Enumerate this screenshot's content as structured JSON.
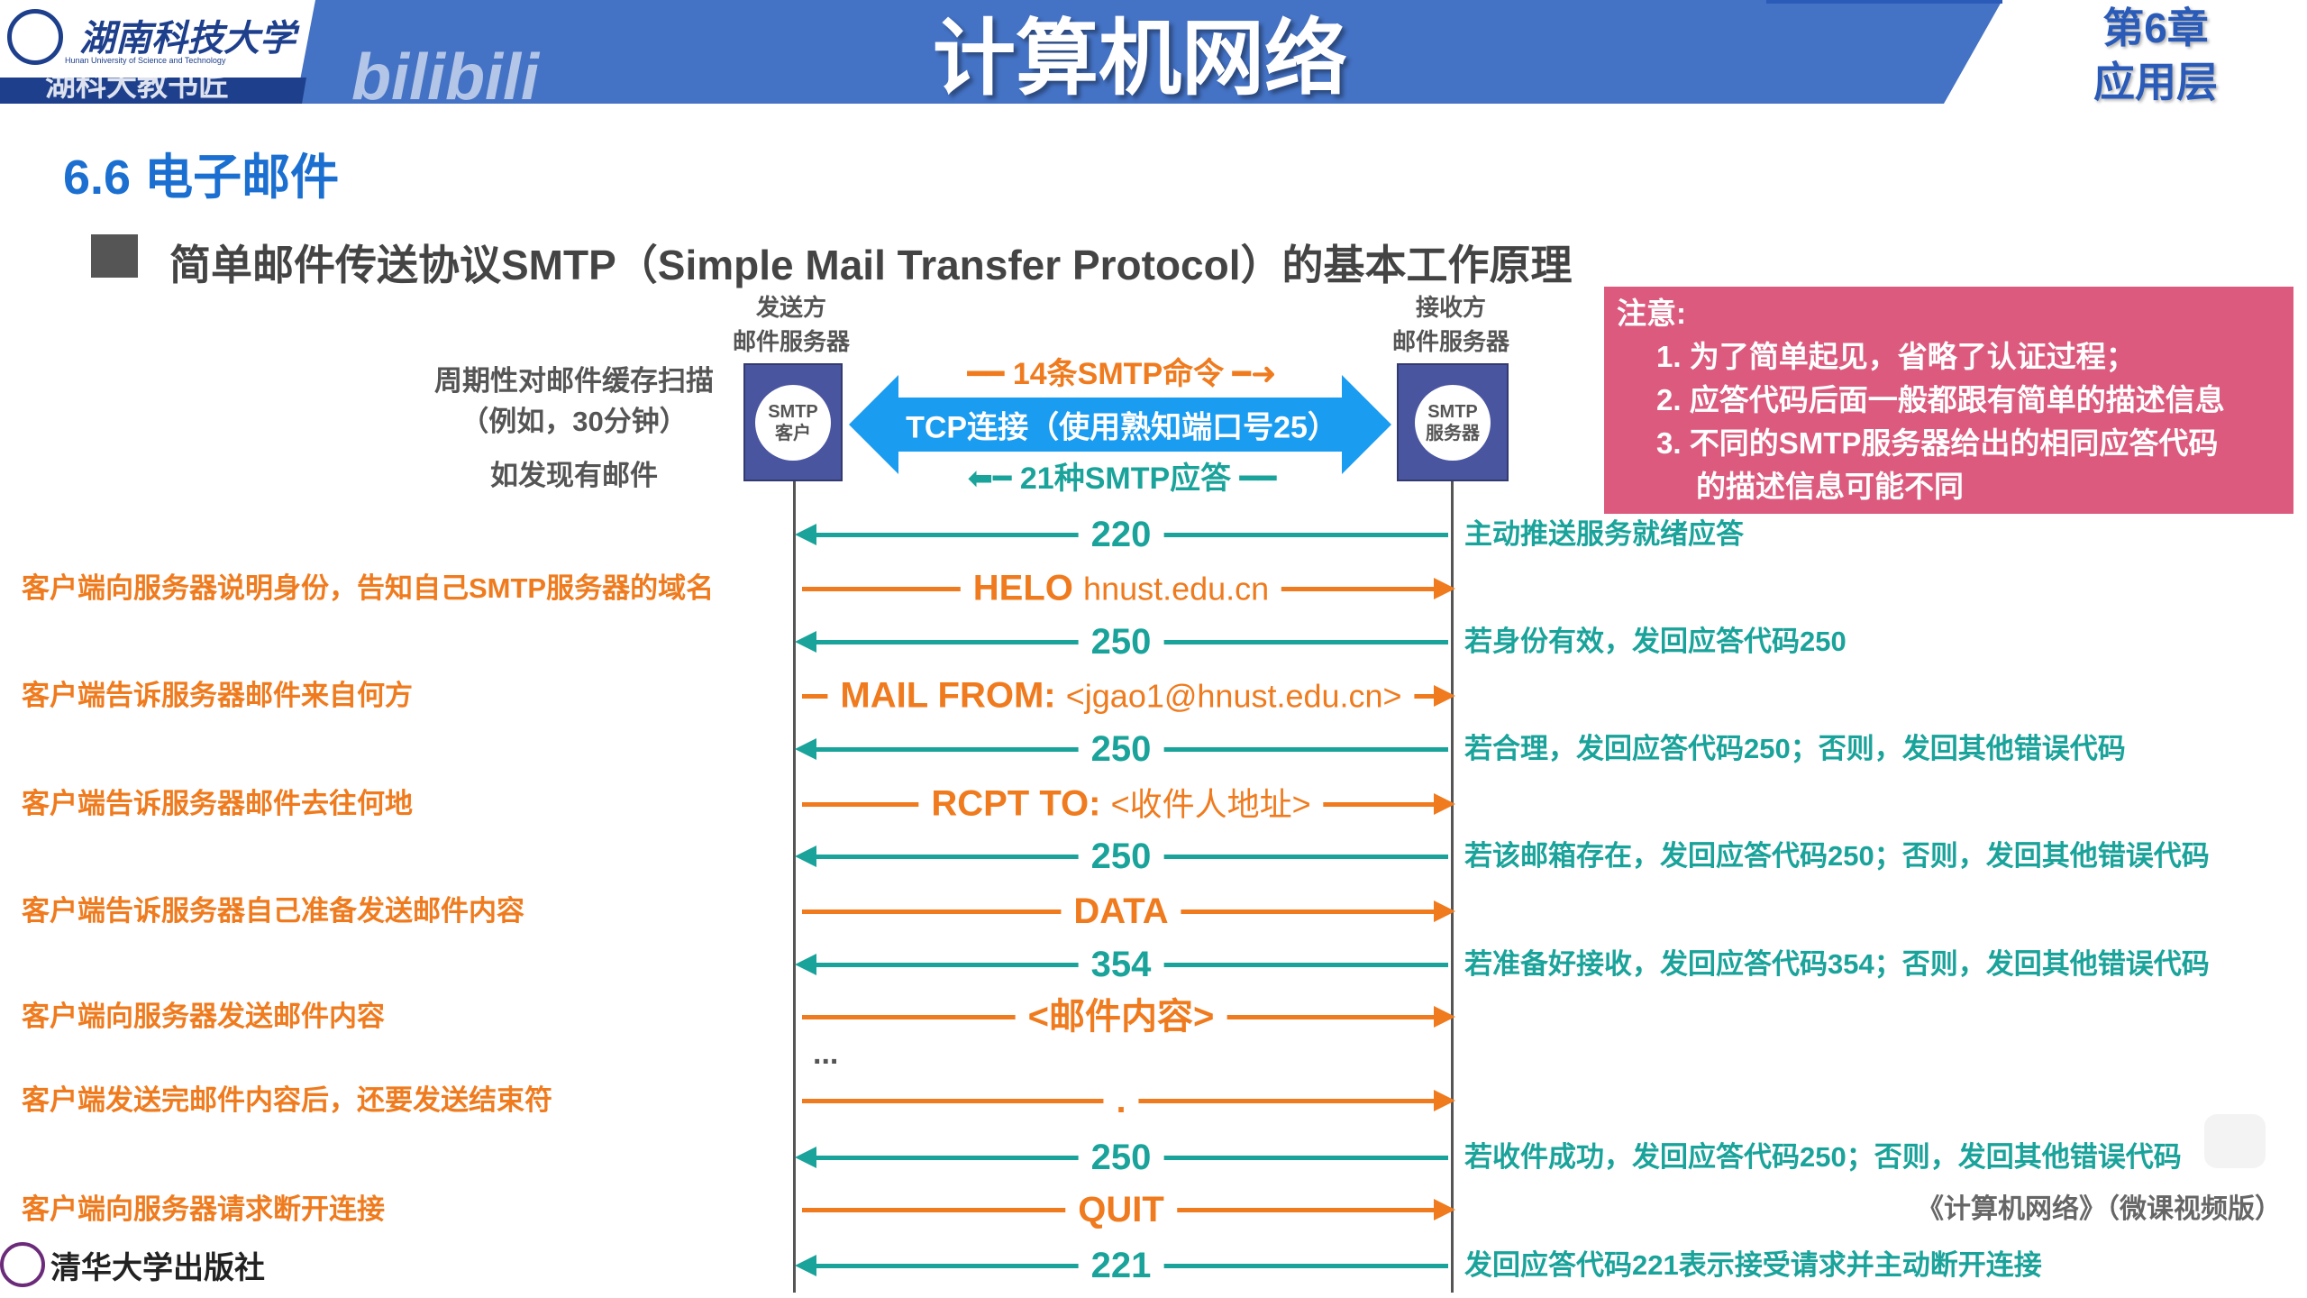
{
  "header": {
    "university": "湖南科技大学",
    "university_en": "Hunan University of Science and Technology",
    "watermark_author": "湖科大教书匠",
    "watermark_site": "bilibili",
    "title": "计算机网络",
    "chapter": "第6章",
    "chapter_name": "应用层"
  },
  "section_title": "6.6 电子邮件",
  "subtitle": "简单邮件传送协议SMTP（Simple Mail Transfer Protocol）的基本工作原理",
  "sender": {
    "label1": "发送方",
    "label2": "邮件服务器",
    "box1": "SMTP",
    "box2": "客户"
  },
  "receiver": {
    "label1": "接收方",
    "label2": "邮件服务器",
    "box1": "SMTP",
    "box2": "服务器"
  },
  "left_info": {
    "line1": "周期性对邮件缓存扫描",
    "line2": "（例如，30分钟）",
    "line3": "如发现有邮件"
  },
  "tcp": {
    "label": "TCP连接（使用熟知端口号25）",
    "commands": "14条SMTP命令",
    "replies": "21种SMTP应答"
  },
  "note": {
    "title": "注意:",
    "items": [
      "1. 为了简单起见，省略了认证过程；",
      "2. 应答代码后面一般都跟有简单的描述信息",
      "3. 不同的SMTP服务器给出的相同应答代码",
      "的描述信息可能不同"
    ]
  },
  "colors": {
    "command": "#ef7b1e",
    "reply": "#1aa39a",
    "tcp": "#1a9cf0",
    "note": "#dc5a7e",
    "header": "#4472c4"
  },
  "rows": [
    {
      "dir": "reply",
      "bold": "220",
      "rest": "",
      "note": "主动推送服务就绪应答"
    },
    {
      "dir": "command",
      "bold": "HELO",
      "rest": "hnust.edu.cn",
      "note": "客户端向服务器说明身份，告知自己SMTP服务器的域名"
    },
    {
      "dir": "reply",
      "bold": "250",
      "rest": "",
      "note": "若身份有效，发回应答代码250"
    },
    {
      "dir": "command",
      "bold": "MAIL FROM:",
      "rest": "<jgao1@hnust.edu.cn>",
      "note": "客户端告诉服务器邮件来自何方"
    },
    {
      "dir": "reply",
      "bold": "250",
      "rest": "",
      "note": "若合理，发回应答代码250；否则，发回其他错误代码"
    },
    {
      "dir": "command",
      "bold": "RCPT TO:",
      "rest": "<收件人地址>",
      "note": "客户端告诉服务器邮件去往何地"
    },
    {
      "dir": "reply",
      "bold": "250",
      "rest": "",
      "note": "若该邮箱存在，发回应答代码250；否则，发回其他错误代码"
    },
    {
      "dir": "command",
      "bold": "DATA",
      "rest": "",
      "note": "客户端告诉服务器自己准备发送邮件内容"
    },
    {
      "dir": "reply",
      "bold": "354",
      "rest": "",
      "note": "若准备好接收，发回应答代码354；否则，发回其他错误代码"
    },
    {
      "dir": "command",
      "bold": "<邮件内容>",
      "rest": "",
      "note": "客户端向服务器发送邮件内容"
    },
    {
      "dir": "command",
      "bold": ".",
      "rest": "",
      "note": "客户端发送完邮件内容后，还要发送结束符"
    },
    {
      "dir": "reply",
      "bold": "250",
      "rest": "",
      "note": "若收件成功，发回应答代码250；否则，发回其他错误代码"
    },
    {
      "dir": "command",
      "bold": "QUIT",
      "rest": "",
      "note": "客户端向服务器请求断开连接"
    },
    {
      "dir": "reply",
      "bold": "221",
      "rest": "",
      "note": "发回应答代码221表示接受请求并主动断开连接"
    }
  ],
  "ellipsis": "...",
  "footer": {
    "publisher": "清华大学出版社",
    "book": "《计算机网络》（微课视频版）"
  }
}
